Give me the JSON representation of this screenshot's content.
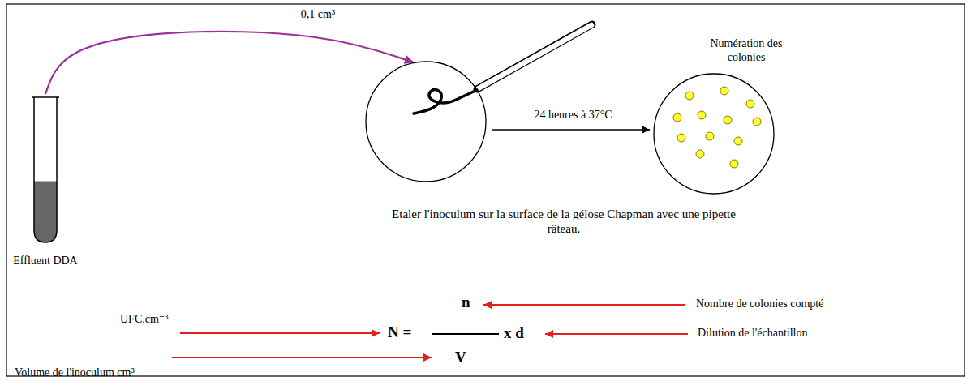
{
  "diagram": {
    "nodes": [
      {
        "text": [
          "Effluent DDA"
        ]
      },
      {
        "text": [
          "Etaler l'inoculum sur la surface de la gélose Chapman avec une pipette râteau."
        ]
      },
      {
        "text": [
          "Numération des colonies"
        ]
      }
    ],
    "edges": [
      {
        "from": 0,
        "to": 1,
        "arrow": "to",
        "label": "0,1 cm³"
      },
      {
        "from": 1,
        "to": 2,
        "arrow": "to",
        "label": "24 heures à 37°C"
      }
    ],
    "labels": [
      "n",
      "Nombre de colonies compté",
      "UFC.cm⁻³",
      "N =",
      "x d",
      "Dilution de l'échantillon",
      "Volume de l'inoculum cm³",
      "V"
    ]
  }
}
